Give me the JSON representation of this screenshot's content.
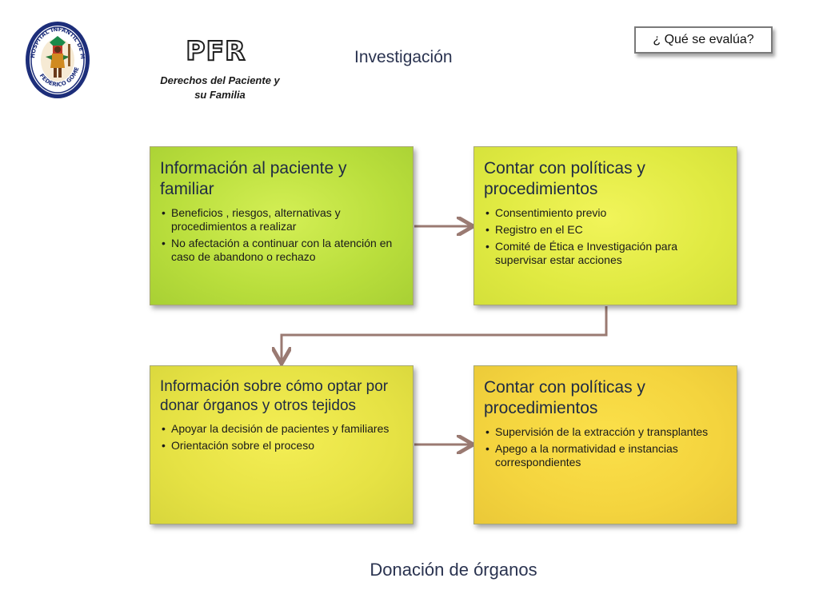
{
  "header": {
    "brand": "PFR",
    "subtitle": "Derechos del Paciente y su Familia",
    "title": "Investigación",
    "eval_button": "¿ Qué se evalúa?",
    "seal_text": "HOSPITAL INFANTIL DE MEXICO · FEDERICO GOMEZ"
  },
  "boxes": [
    {
      "heading": "Información al paciente y familiar",
      "items": [
        "Beneficios , riesgos, alternativas y procedimientos a realizar",
        "No afectación a continuar con la atención en caso de abandono o rechazo"
      ]
    },
    {
      "heading": "Contar con políticas y procedimientos",
      "items": [
        "Consentimiento previo",
        "Registro en el EC",
        "Comité de Ética e Investigación para supervisar estar acciones"
      ]
    },
    {
      "heading": "Información sobre cómo optar por donar órganos y otros tejidos",
      "items": [
        "Apoyar la decisión de pacientes y familiares",
        "Orientación sobre el proceso"
      ]
    },
    {
      "heading": "Contar con políticas y procedimientos",
      "items": [
        "Supervisión de la extracción y transplantes",
        "Apego a la normatividad e instancias correspondientes"
      ]
    }
  ],
  "footer": {
    "title": "Donación de órganos"
  },
  "colors": {
    "arrow": "#9a7a72",
    "heading": "#1f2a44"
  }
}
